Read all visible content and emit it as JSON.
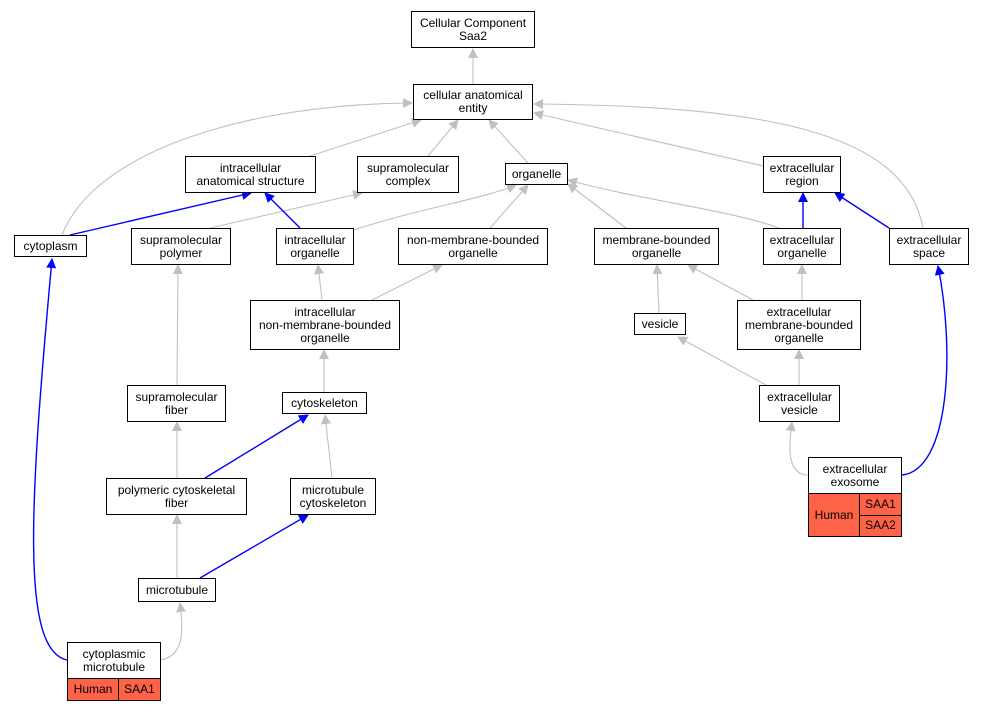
{
  "colors": {
    "edge_is_a": "#c0c0c0",
    "edge_part_of": "#0000ff",
    "annotation": "#ff6347"
  },
  "nodes": {
    "root": {
      "line1": "Cellular Component",
      "line2": "Saa2"
    },
    "cae": {
      "line1": "cellular anatomical",
      "line2": "entity"
    },
    "ias": {
      "line1": "intracellular",
      "line2": "anatomical structure"
    },
    "smc": {
      "line1": "supramolecular",
      "line2": "complex"
    },
    "org": {
      "line1": "organelle"
    },
    "ecr": {
      "line1": "extracellular",
      "line2": "region"
    },
    "cyt": {
      "line1": "cytoplasm"
    },
    "smp": {
      "line1": "supramolecular",
      "line2": "polymer"
    },
    "ico": {
      "line1": "intracellular",
      "line2": "organelle"
    },
    "nmbo": {
      "line1": "non-membrane-bounded",
      "line2": "organelle"
    },
    "mbo": {
      "line1": "membrane-bounded",
      "line2": "organelle"
    },
    "eco": {
      "line1": "extracellular",
      "line2": "organelle"
    },
    "ecs": {
      "line1": "extracellular",
      "line2": "space"
    },
    "inmbo": {
      "line1": "intracellular",
      "line2": "non-membrane-bounded",
      "line3": "organelle"
    },
    "ves": {
      "line1": "vesicle"
    },
    "ecmbo": {
      "line1": "extracellular",
      "line2": "membrane-bounded",
      "line3": "organelle"
    },
    "smf": {
      "line1": "supramolecular",
      "line2": "fiber"
    },
    "csk": {
      "line1": "cytoskeleton"
    },
    "ecv": {
      "line1": "extracellular",
      "line2": "vesicle"
    },
    "pcf": {
      "line1": "polymeric cytoskeletal",
      "line2": "fiber"
    },
    "mtc": {
      "line1": "microtubule",
      "line2": "cytoskeleton"
    },
    "mt": {
      "line1": "microtubule"
    }
  },
  "leaves": {
    "exo": {
      "line1": "extracellular",
      "line2": "exosome",
      "species": "Human",
      "genes": [
        "SAA1",
        "SAA2"
      ]
    },
    "cmt": {
      "line1": "cytoplasmic",
      "line2": "microtubule",
      "species": "Human",
      "genes": [
        "SAA1"
      ]
    }
  }
}
